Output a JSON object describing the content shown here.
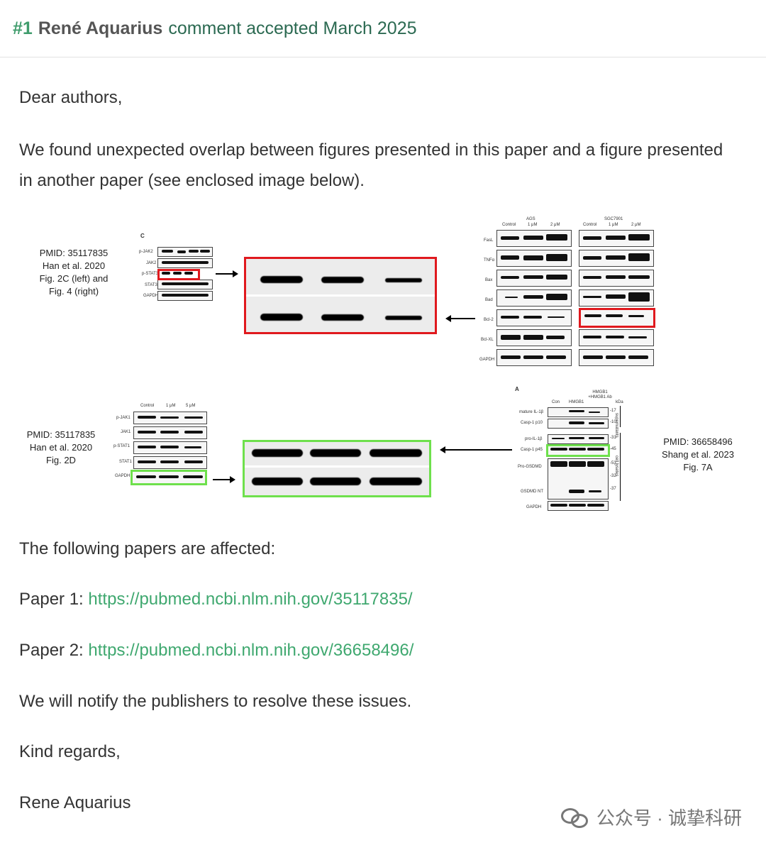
{
  "comment": {
    "number": "#1",
    "author": "René Aquarius",
    "status": "comment accepted March 2025"
  },
  "body": {
    "greeting": "Dear authors,",
    "intro": "We found unexpected overlap between figures presented in this paper and a figure presented in another paper (see enclosed image below).",
    "affected": "The following papers are affected:",
    "paper1_label": "Paper 1: ",
    "paper1_url": "https://pubmed.ncbi.nlm.nih.gov/35117835/",
    "paper2_label": "Paper 2: ",
    "paper2_url": "https://pubmed.ncbi.nlm.nih.gov/36658496/",
    "notify": "We will notify the publishers to resolve these issues.",
    "regards": "Kind regards,",
    "signature": "Rene Aquarius"
  },
  "figure": {
    "cap_top_left": [
      "PMID: 35117835",
      "Han et al. 2020",
      "Fig. 2C (left) and",
      "Fig. 4 (right)"
    ],
    "cap_bottom_left": [
      "PMID: 35117835",
      "Han et al. 2020",
      "Fig. 2D"
    ],
    "cap_bottom_right": [
      "PMID: 36658496",
      "Shang et al. 2023",
      "Fig. 7A"
    ],
    "panel_c_label": "C",
    "panel_c_rows": [
      "p-JAK2",
      "JAK2",
      "p-STAT3",
      "STAT3",
      "GAPDH"
    ],
    "right_top_groups": [
      "AGS",
      "SGC7901"
    ],
    "right_top_cols": [
      "Control",
      "1 μM",
      "2 μM"
    ],
    "right_top_rows": [
      "FasL",
      "TNFα",
      "Bax",
      "Bad",
      "Bcl-2",
      "Bcl-XL",
      "GAPDH"
    ],
    "panel_d_cols": [
      "Control",
      "1 μM",
      "5 μM"
    ],
    "panel_d_rows": [
      "p-JAK1",
      "JAK1",
      "p-STAT1",
      "STAT1",
      "GAPDH"
    ],
    "panel_a_label": "A",
    "panel_a_cols": [
      "Con",
      "HMGB1",
      "HMGB1 +HMGB1 Ab",
      "kDa"
    ],
    "panel_a_rows": [
      "mature IL-1β",
      "Casp-1 p10",
      "pro-IL-1β",
      "Casp-1 p45",
      "Pro-GSDMD",
      "GSDMD NT",
      "GAPDH"
    ],
    "panel_a_kda": [
      "-17",
      "-10",
      "-31",
      "-45",
      "-53",
      "-32",
      "-37"
    ],
    "panel_a_side": [
      "supernatants",
      "cell lysates"
    ]
  },
  "watermark": "公众号 · 诚挚科研"
}
